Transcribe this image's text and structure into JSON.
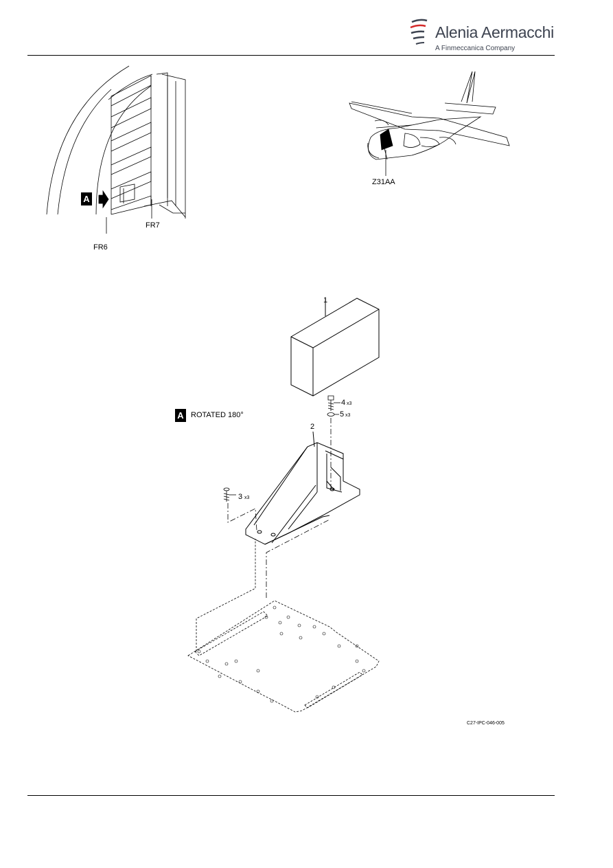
{
  "header": {
    "brand_name": "Alenia Aermacchi",
    "brand_sub": "A Finmeccanica Company",
    "logo_icon": "alenia-swoosh-icon",
    "brand_color": "#3d4350",
    "accent_color": "#d42a2a"
  },
  "view_cabin": {
    "view_tag": "A",
    "frame_left": "FR6",
    "frame_right": "FR7",
    "arrow_icon": "view-arrow-icon"
  },
  "view_aircraft": {
    "zone_label": "Z31AA"
  },
  "detail": {
    "view_tag": "A",
    "rotated_label": "ROTATED 180°",
    "items": [
      {
        "num": "1",
        "qty": ""
      },
      {
        "num": "2",
        "qty": ""
      },
      {
        "num": "3",
        "qty": "x3"
      },
      {
        "num": "4",
        "qty": "x3"
      },
      {
        "num": "5",
        "qty": "x3"
      }
    ],
    "figure_id": "C27-IPC-046-005"
  }
}
